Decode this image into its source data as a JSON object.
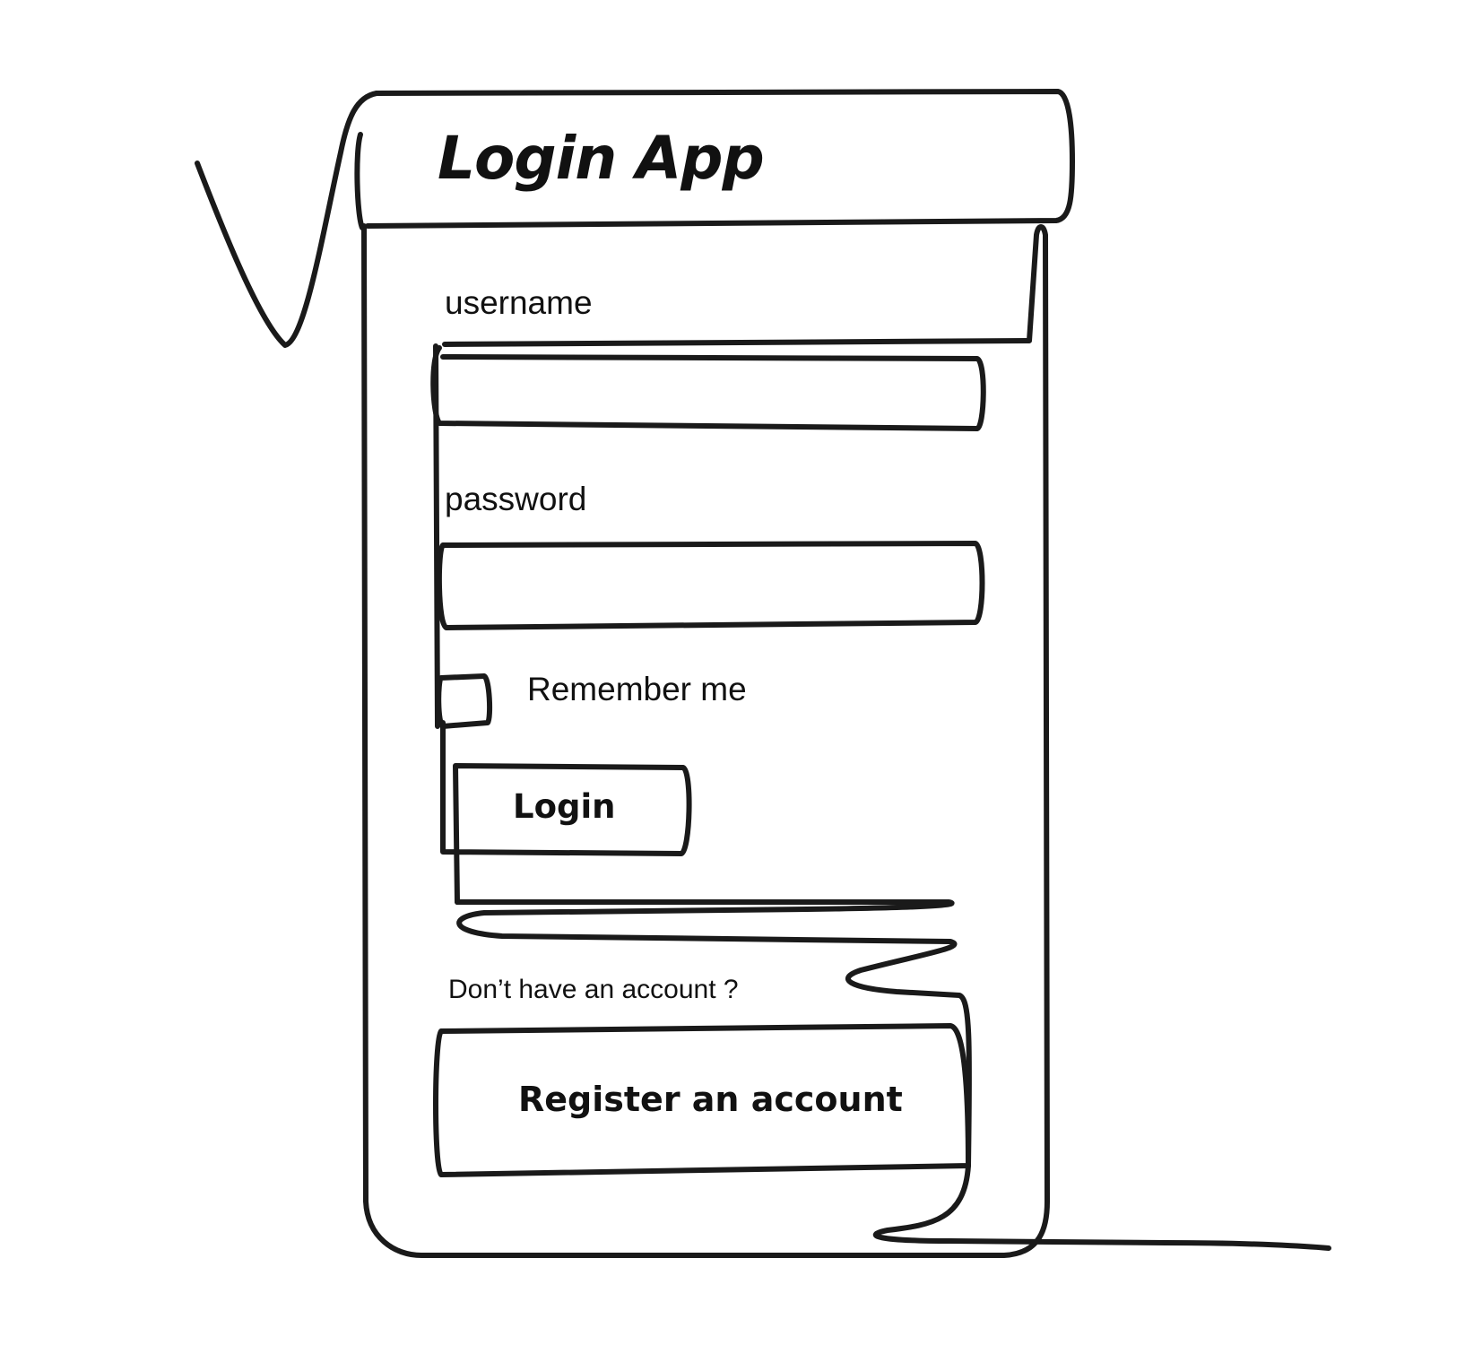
{
  "header": {
    "title": "Login App"
  },
  "form": {
    "username_label": "username",
    "username_value": "",
    "password_label": "password",
    "password_value": "",
    "remember_label": "Remember me",
    "remember_checked": false,
    "login_label": "Login"
  },
  "register": {
    "prompt": "Don’t have an account ?",
    "button_label": "Register an account"
  },
  "style": {
    "stroke": "#1a1a1a",
    "background": "#ffffff"
  }
}
